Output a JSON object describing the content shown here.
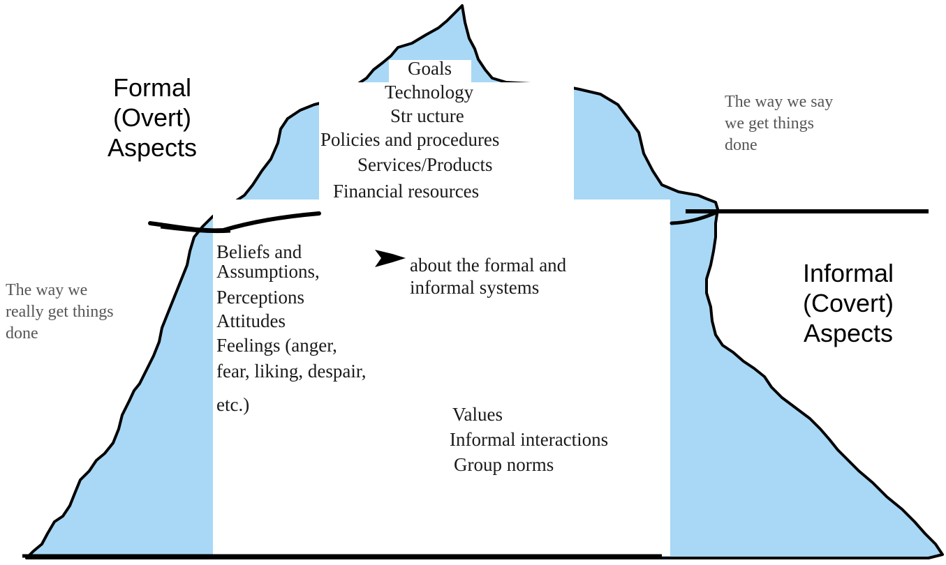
{
  "colors": {
    "ice": "#a8d8f5",
    "outline": "#000000",
    "panel": "#ffffff"
  },
  "icons": {
    "arrow": "arrow-glyph"
  },
  "formal_aspects": {
    "line1": "Formal",
    "line2": "(Overt)",
    "line3": "Aspects"
  },
  "informal_aspects": {
    "line1": "Informal",
    "line2": "(Covert)",
    "line3": "Aspects"
  },
  "formal_way": {
    "line1": "The way we say",
    "line2": "we get things",
    "line3": "done"
  },
  "informal_way": {
    "line1": "The way we",
    "line2": "really get things",
    "line3": "done"
  },
  "formal_items": [
    "Goals",
    "Technology",
    "Str ucture",
    "Policies and procedures",
    "Services/Products",
    "Financial resources"
  ],
  "beliefs": {
    "line1": "Beliefs and",
    "line2": "Assumptions,",
    "line3": "Perceptions",
    "line4": "Attitudes",
    "line5": "Feelings (anger,",
    "line6": "fear, liking, despair,",
    "line7": "etc.)"
  },
  "about": {
    "line1": "about the formal and",
    "line2": "informal systems"
  },
  "values": {
    "line1": "Values",
    "line2": "Informal interactions",
    "line3": "Group norms"
  }
}
